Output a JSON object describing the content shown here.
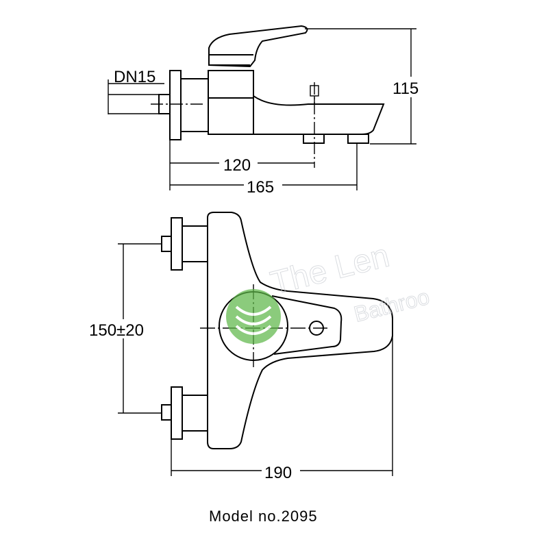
{
  "dimensions": {
    "inlet": "DN15",
    "height": "115",
    "spout_to_center": "120",
    "overall_depth": "165",
    "center_distance": "150±20",
    "overall_width": "190"
  },
  "caption": "Model no.2095",
  "watermark": {
    "logo_color": "#5fb74a",
    "text_line1": "The Len",
    "text_line2": "Bathroo"
  }
}
